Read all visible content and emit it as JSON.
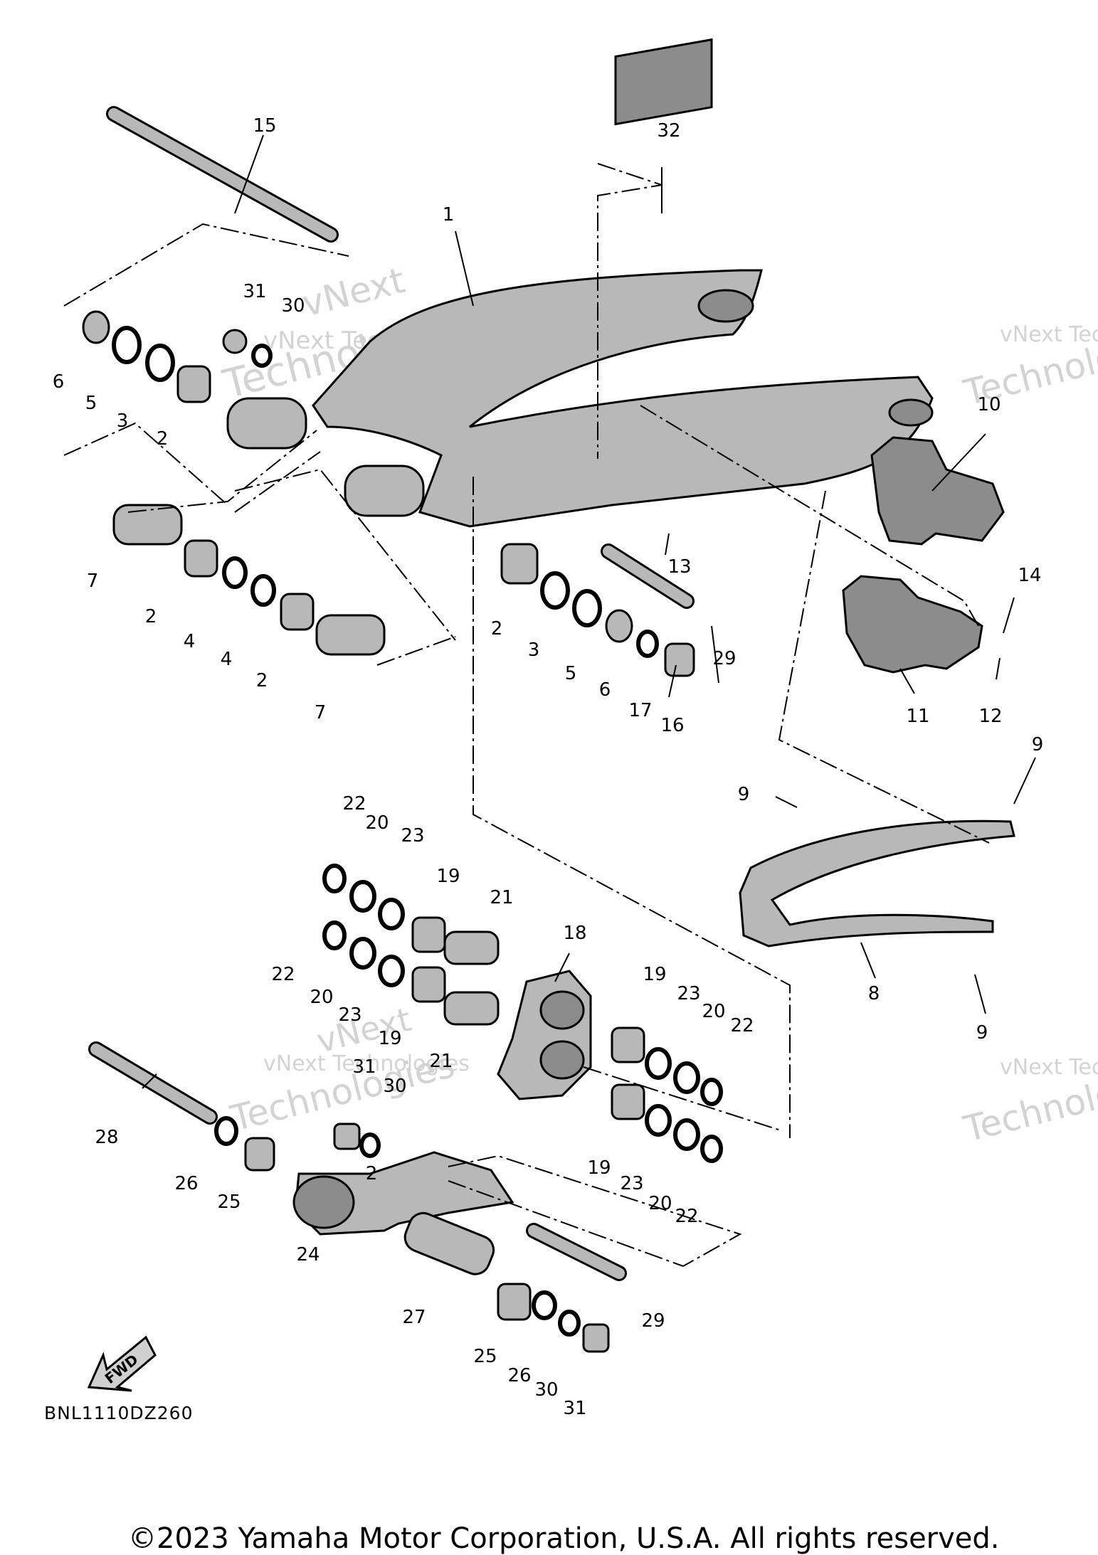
{
  "diagram_code": "BNL1110DZ260",
  "copyright": "©2023 Yamaha Motor Corporation, U.S.A. All rights reserved.",
  "direction_label": "FWD",
  "watermark": {
    "line1": "vNext Technologies",
    "line2": "vNext",
    "line3": "Technologies"
  },
  "callouts": [
    "1",
    "2",
    "2",
    "2",
    "2",
    "2",
    "3",
    "3",
    "4",
    "4",
    "5",
    "5",
    "6",
    "6",
    "7",
    "7",
    "8",
    "9",
    "9",
    "9",
    "10",
    "11",
    "12",
    "13",
    "14",
    "15",
    "16",
    "17",
    "18",
    "19",
    "19",
    "19",
    "19",
    "20",
    "20",
    "20",
    "20",
    "21",
    "21",
    "22",
    "22",
    "22",
    "22",
    "23",
    "23",
    "23",
    "23",
    "24",
    "25",
    "25",
    "26",
    "26",
    "27",
    "28",
    "29",
    "29",
    "30",
    "30",
    "30",
    "31",
    "31",
    "31",
    "32"
  ]
}
